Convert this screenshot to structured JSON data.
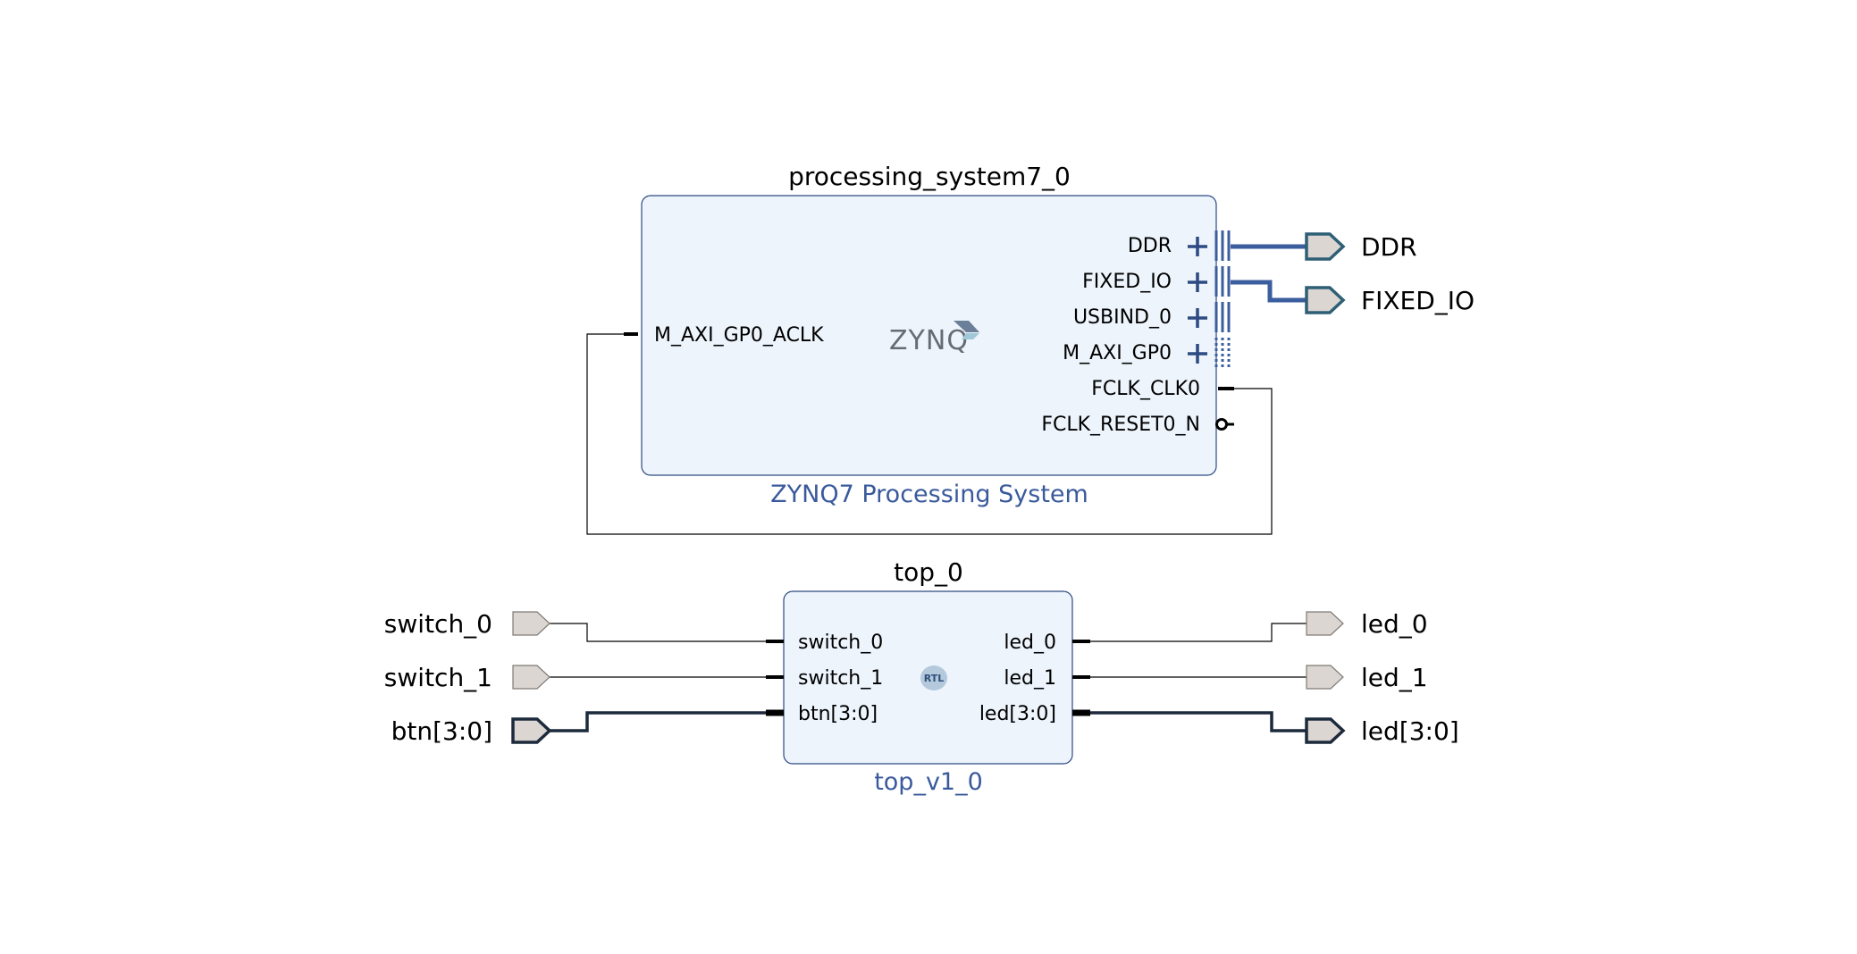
{
  "blocks": {
    "ps": {
      "instance_name": "processing_system7_0",
      "ip_name": "ZYNQ7 Processing System",
      "logo_text": "ZYNQ",
      "left_port": "M_AXI_GP0_ACLK",
      "right_ports": [
        "DDR",
        "FIXED_IO",
        "USBIND_0",
        "M_AXI_GP0",
        "FCLK_CLK0",
        "FCLK_RESET0_N"
      ]
    },
    "top": {
      "instance_name": "top_0",
      "ip_name": "top_v1_0",
      "badge": "RTL",
      "left_ports": [
        "switch_0",
        "switch_1",
        "btn[3:0]"
      ],
      "right_ports": [
        "led_0",
        "led_1",
        "led[3:0]"
      ]
    }
  },
  "external_ports": {
    "outputs_ps": [
      "DDR",
      "FIXED_IO"
    ],
    "inputs_top": [
      "switch_0",
      "switch_1",
      "btn[3:0]"
    ],
    "outputs_top": [
      "led_0",
      "led_1",
      "led[3:0]"
    ]
  },
  "colors": {
    "block_fill": "#edf4fc",
    "block_stroke": "#2d4a82",
    "interface_net": "#3a5e9e",
    "bus_net": "#1c2a3c",
    "port_fill": "#dcd6d2",
    "ip_name_text": "#3a5a9c"
  }
}
